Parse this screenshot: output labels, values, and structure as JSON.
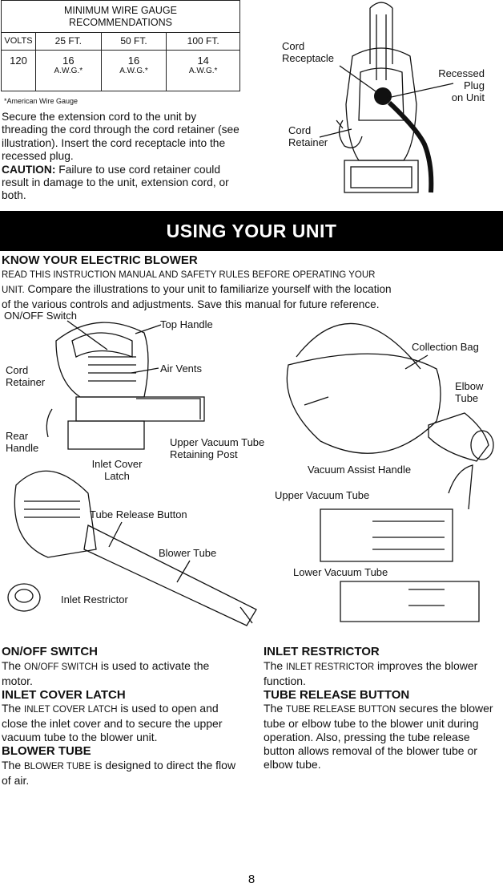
{
  "gauge_table": {
    "title_line1": "MINIMUM WIRE GAUGE",
    "title_line2": "RECOMMENDATIONS",
    "col_volts": "VOLTS",
    "col_25": "25 FT.",
    "col_50": "50 FT.",
    "col_100": "100 FT.",
    "volts": "120",
    "v25": "16",
    "v50": "16",
    "v100": "14",
    "unit": "A.W.G.*",
    "footnote": "*American Wire Gauge"
  },
  "intro": {
    "text": "Secure the extension cord to the unit by threading the cord through the cord retainer (see illustration). Insert the cord receptacle into the recessed plug.",
    "caution_label": "CAUTION:",
    "caution_text": "Failure to use cord retainer could result in damage to the unit, extension cord, or both."
  },
  "fig_top": {
    "cord_receptacle_1": "Cord",
    "cord_receptacle_2": "Receptacle",
    "recessed_1": "Recessed",
    "recessed_2": "Plug",
    "recessed_3": "on Unit",
    "cord_retainer_1": "Cord",
    "cord_retainer_2": "Retainer"
  },
  "section_title": "USING YOUR UNIT",
  "know": {
    "heading": "KNOW YOUR ELECTRIC BLOWER",
    "line1": "READ THIS INSTRUCTION MANUAL AND SAFETY RULES BEFORE OPERATING YOUR",
    "line2_sc": "UNIT.",
    "line2": " Compare the illustrations to your unit to familiarize yourself with the location",
    "line3": "of the various controls and adjustments. Save this manual for future reference."
  },
  "fig_left": {
    "on_off": "ON/OFF Switch",
    "top_handle": "Top Handle",
    "cord_1": "Cord",
    "cord_2": "Retainer",
    "air_vents": "Air Vents",
    "rear_1": "Rear",
    "rear_2": "Handle",
    "upper_post_1": "Upper Vacuum Tube",
    "upper_post_2": "Retaining Post",
    "inlet_cover_1": "Inlet Cover",
    "inlet_cover_2": "Latch",
    "tube_release": "Tube Release Button",
    "blower_tube": "Blower Tube",
    "inlet_restrictor": "Inlet Restrictor"
  },
  "fig_right": {
    "collection_bag": "Collection Bag",
    "elbow_1": "Elbow",
    "elbow_2": "Tube",
    "vacuum_assist": "Vacuum Assist Handle",
    "upper_vacuum": "Upper Vacuum Tube",
    "lower_vacuum": "Lower Vacuum Tube"
  },
  "left_col": [
    {
      "heading": "ON/OFF SWITCH",
      "pre": "The ",
      "sc": "ON/OFF SWITCH",
      "post": " is used to activate the motor."
    },
    {
      "heading": "INLET COVER LATCH",
      "pre": "The ",
      "sc": "INLET COVER LATCH",
      "post": " is used to open and close the inlet cover and to secure the upper vacuum tube to the blower unit."
    },
    {
      "heading": "BLOWER TUBE",
      "pre": "The ",
      "sc": "BLOWER TUBE",
      "post": " is designed to direct the flow of air."
    }
  ],
  "right_col": [
    {
      "heading": "INLET RESTRICTOR",
      "pre": "The ",
      "sc": "INLET RESTRICTOR",
      "post": " improves the blower function."
    },
    {
      "heading": "TUBE RELEASE BUTTON",
      "pre": "The ",
      "sc": "TUBE RELEASE BUTTON",
      "post": " secures the blower tube or elbow tube to the blower unit during operation. Also, pressing the tube release button allows removal of the blower tube or elbow tube."
    }
  ],
  "page_number": "8"
}
